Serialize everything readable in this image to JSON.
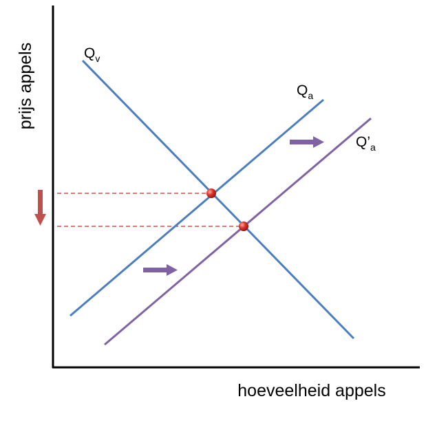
{
  "axes": {
    "x_label": "hoeveelheid appels",
    "y_label": "prijs appels"
  },
  "curves": {
    "demand": {
      "label": "Q",
      "sub": "v",
      "color": "#4a7ebf"
    },
    "supply": {
      "label": "Q",
      "sub": "a",
      "color": "#4a7ebf"
    },
    "supply_new": {
      "label": "Q’",
      "sub": "a",
      "color": "#8061a4"
    }
  },
  "markers": {
    "equilibrium_color": "#c0392b",
    "price_guide_color": "#c0504d",
    "price_arrow_color": "#c0504d",
    "shift_arrow_color": "#8061a4",
    "price_arrow_direction": "down",
    "shift_arrow_direction": "right"
  }
}
